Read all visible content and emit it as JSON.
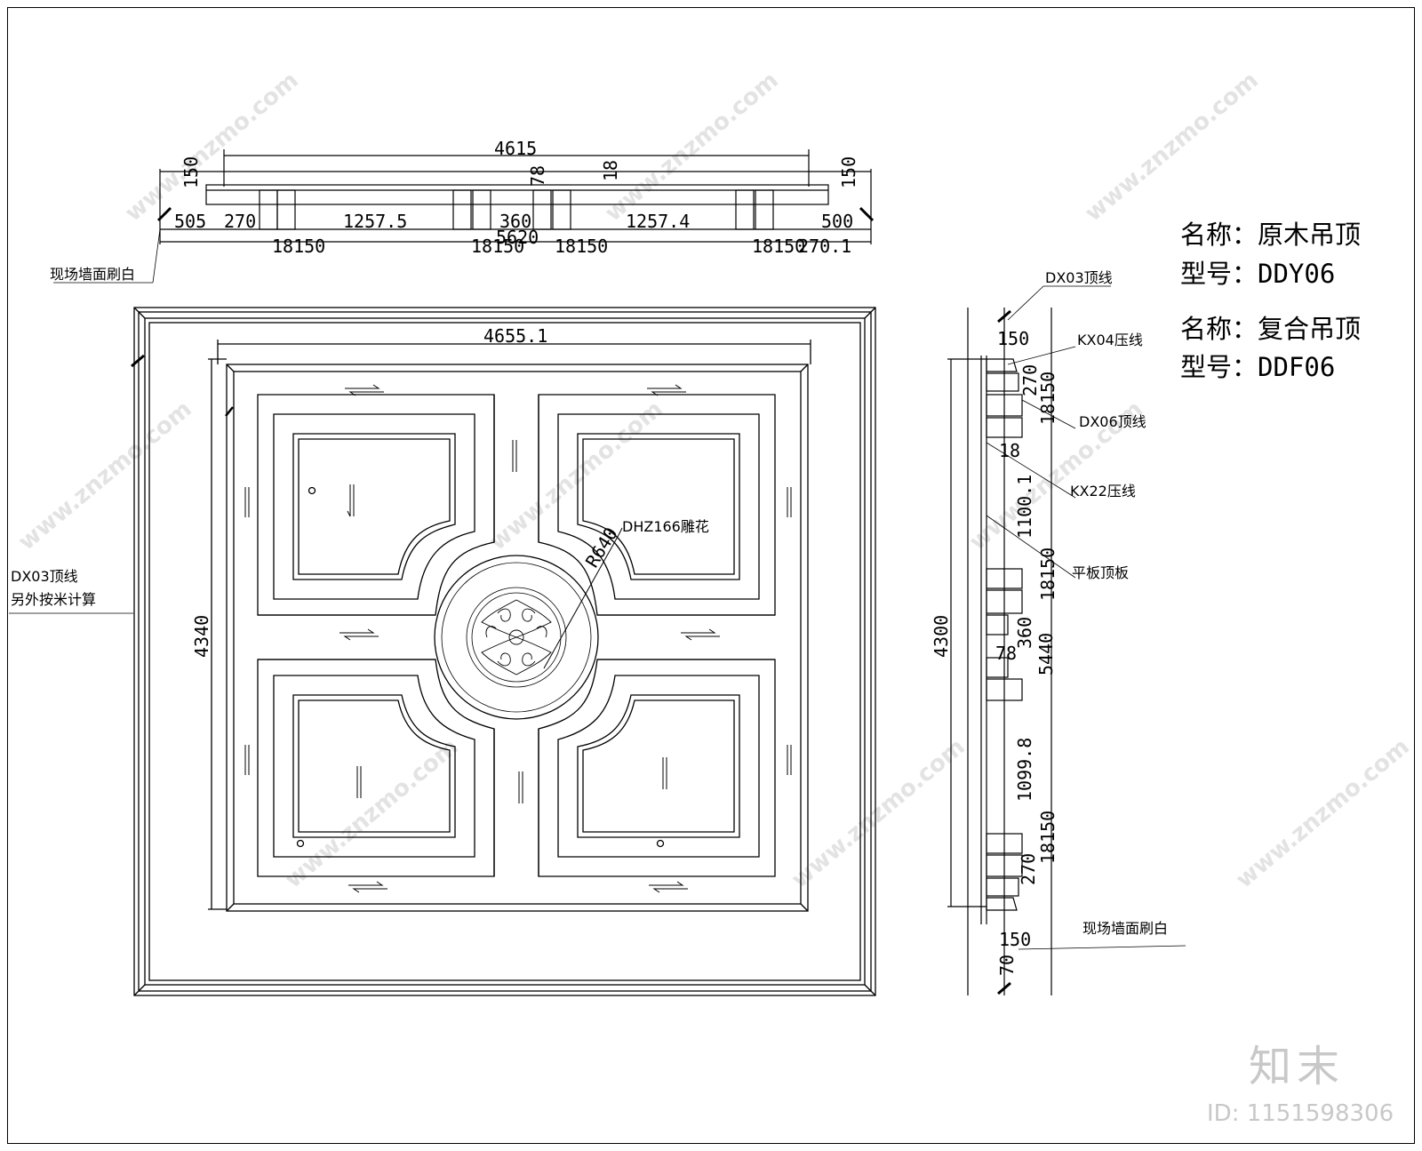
{
  "title_block": {
    "name_label_1": "名称：原木吊顶",
    "model_label_1": "型号：DDY06",
    "name_label_2": "名称：复合吊顶",
    "model_label_2": "型号：DDF06"
  },
  "top_section": {
    "overall": "4615",
    "h_left": "150",
    "h_right": "150",
    "small_78": "78",
    "small_18": "18",
    "d_505": "505",
    "d_270": "270",
    "d_1257_5": "1257.5",
    "d_360": "360",
    "d_1257_4": "1257.4",
    "d_500": "500",
    "b_1": "18150",
    "b_2": "18150",
    "b_5620": "5620",
    "b_3": "18150",
    "b_4": "18150",
    "b_270_1": "270.1",
    "note": "现场墙面刷白"
  },
  "plan": {
    "width_dim": "4655.1",
    "height_dim": "4340",
    "radius": "R640",
    "carving": "DHZ166雕花",
    "side_note_line1": "DX03顶线",
    "side_note_line2": "另外按米计算"
  },
  "side_section": {
    "total": "4300",
    "top_150": "150",
    "d_270": "270",
    "d_18150_a": "18150",
    "d_18": "18",
    "d_1100_1": "1100.1",
    "d_18150_b": "18150",
    "d_360": "360",
    "d_78": "78",
    "d_5440": "5440",
    "d_1099_8": "1099.8",
    "d_18150_c": "18150",
    "d_270_b": "270",
    "bottom_150": "150",
    "d_70": "70",
    "lbl_dx03": "DX03顶线",
    "lbl_kx04": "KX04压线",
    "lbl_dx06": "DX06顶线",
    "lbl_kx22": "KX22压线",
    "lbl_panel": "平板顶板",
    "lbl_wall": "现场墙面刷白"
  },
  "watermark": {
    "brand": "知末",
    "image_id": "ID: 1151598306",
    "site": "www.znzmo.com"
  }
}
